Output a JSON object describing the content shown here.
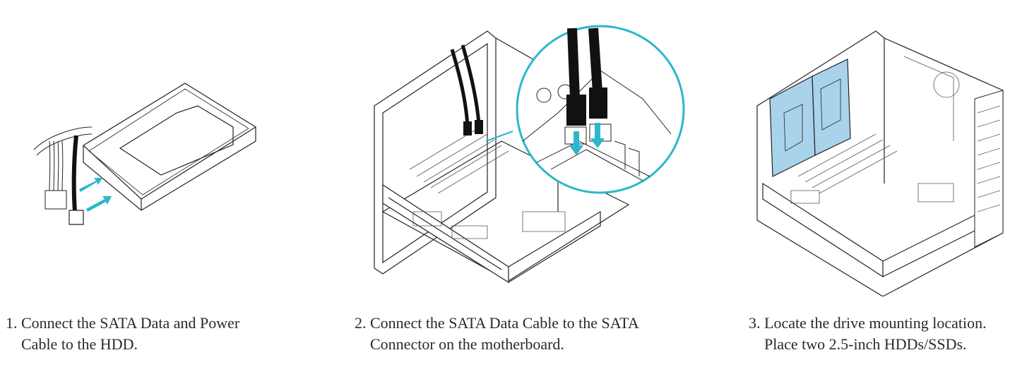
{
  "steps": [
    {
      "number": "1.",
      "line1": "Connect the SATA Data and Power",
      "line2": "Cable to the HDD.",
      "illustration": "hdd-with-sata-cables"
    },
    {
      "number": "2.",
      "line1": "Connect the SATA Data Cable to the SATA",
      "line2": "Connector on the motherboard.",
      "illustration": "chassis-motherboard-sata-zoom"
    },
    {
      "number": "3.",
      "line1": "Locate the drive mounting location.",
      "line2": "Place two 2.5-inch HDDs/SSDs.",
      "illustration": "chassis-with-two-drives"
    }
  ],
  "colors": {
    "line": "#222222",
    "accent": "#2bb7cc",
    "drive_fill": "#a9d3ea"
  }
}
